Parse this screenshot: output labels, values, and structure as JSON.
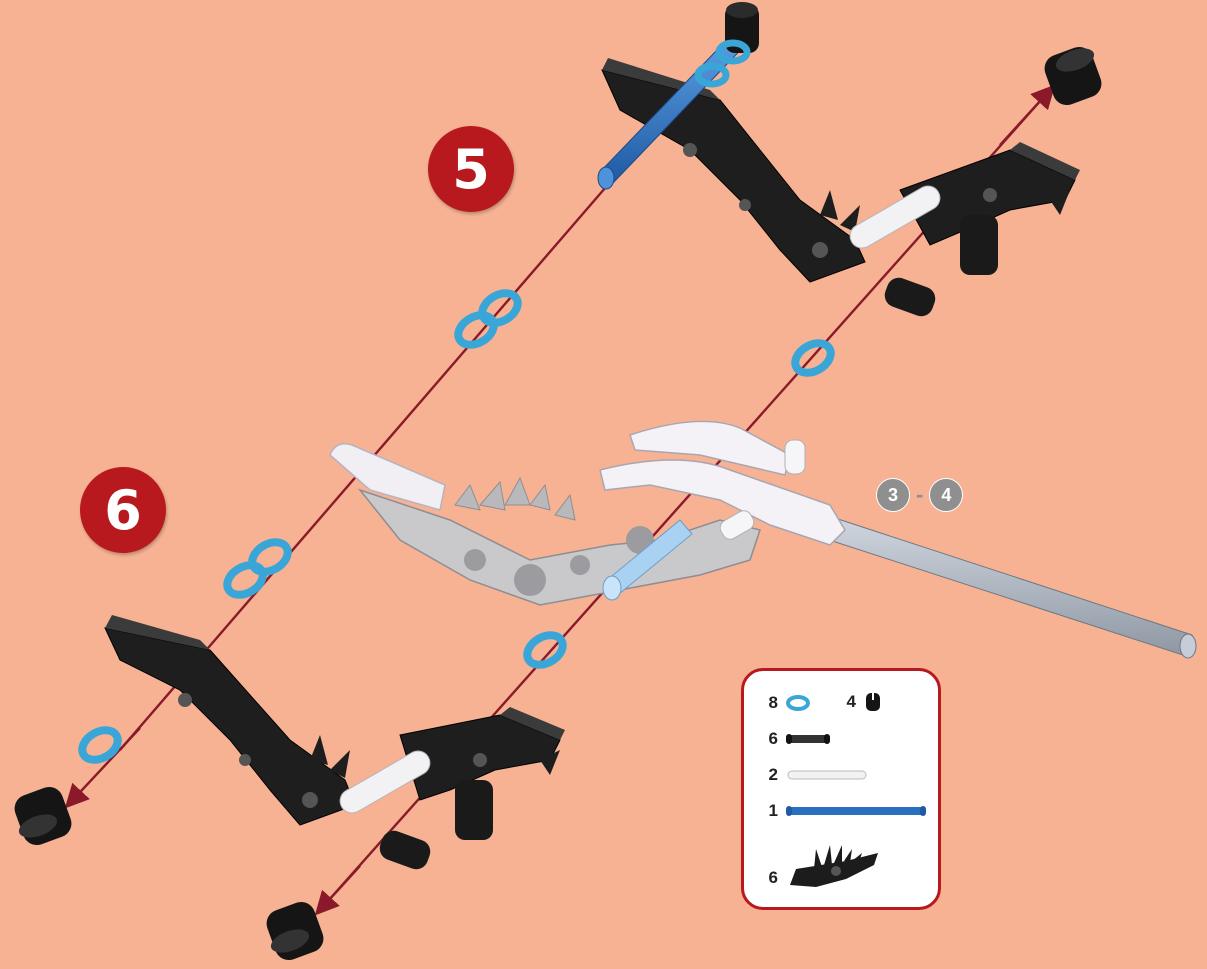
{
  "steps": {
    "step_a": "5",
    "step_b": "6"
  },
  "reference": {
    "from": "3",
    "separator": "-",
    "to": "4"
  },
  "parts_list": {
    "ring_qty": "8",
    "cap_qty": "4",
    "short_rod_qty": "6",
    "medium_rod_qty": "2",
    "long_rod_qty": "1",
    "bracket_qty": "6"
  },
  "colors": {
    "background": "#f6b293",
    "badge": "#b8191e",
    "arrow": "#8a1a2a",
    "ring": "#3aa6d8",
    "black_part": "#1c1c1c",
    "white_part": "#f2f2f4",
    "blue_rod": "#2a6fc0",
    "grey_rod": "#aeb7c2"
  }
}
